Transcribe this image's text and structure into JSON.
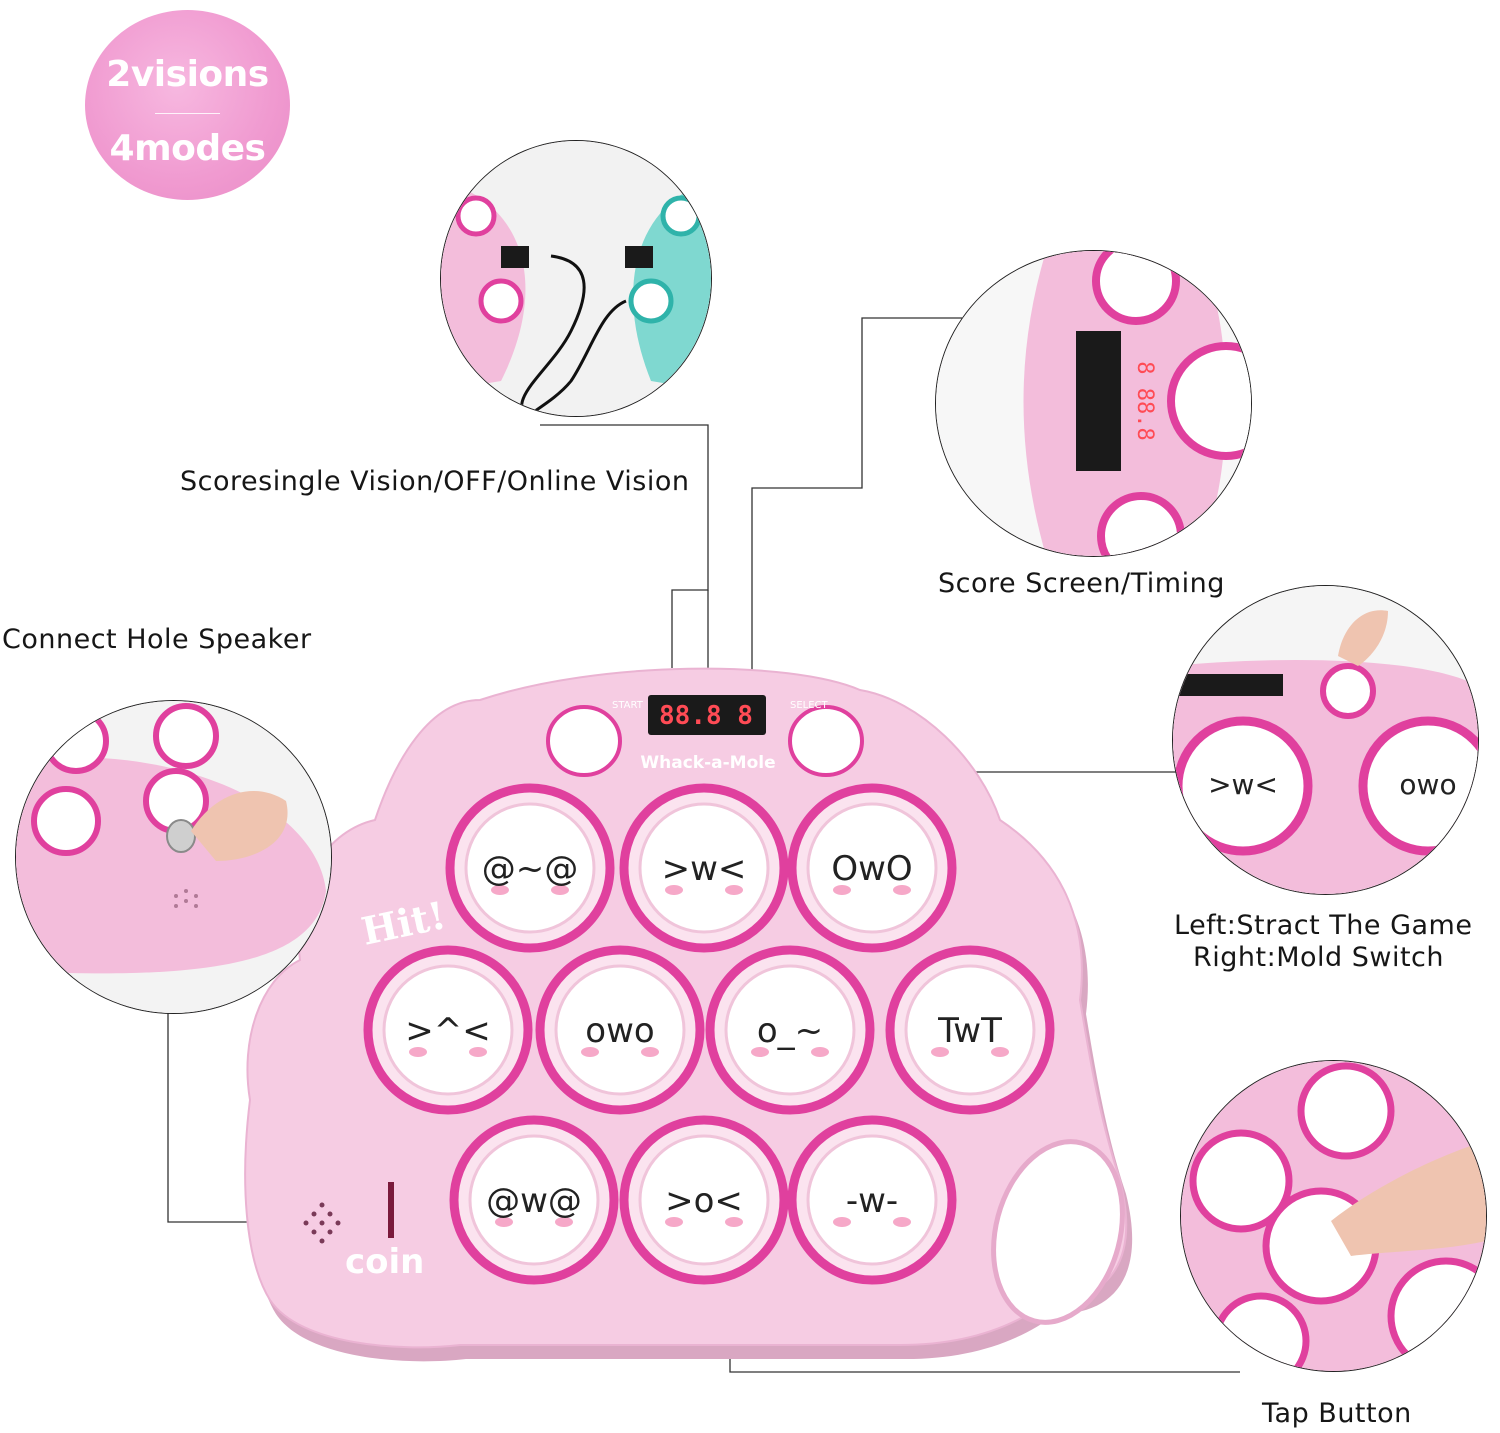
{
  "badge": {
    "line1": "2visions",
    "line2": "4modes"
  },
  "labels": {
    "vision_switch": "Scoresingle Vision/OFF/Online Vision",
    "score_screen": "Score Screen/Timing",
    "connect_hole": "Connect Hole Speaker",
    "start_select_line1": "Left:Stract The Game",
    "start_select_line2": "Right:Mold Switch",
    "tap_button": "Tap Button"
  },
  "device": {
    "brand": "Whack-a-Mole",
    "display": "88.8 8",
    "hit_text": "Hit!",
    "coin_text": "coin",
    "start_label": "START",
    "select_label": "SELECT"
  },
  "colors": {
    "body": "#f6cce3",
    "ring": "#e0409e",
    "button_face": "#ffffff",
    "badge": "#f09ad0",
    "teal_device": "#7fd8d0"
  },
  "faces": [
    "@~@",
    ">w<",
    "OwO",
    ">^<",
    "owo",
    "o_~",
    "TwT",
    "@w@",
    ">o<",
    "-w-"
  ]
}
